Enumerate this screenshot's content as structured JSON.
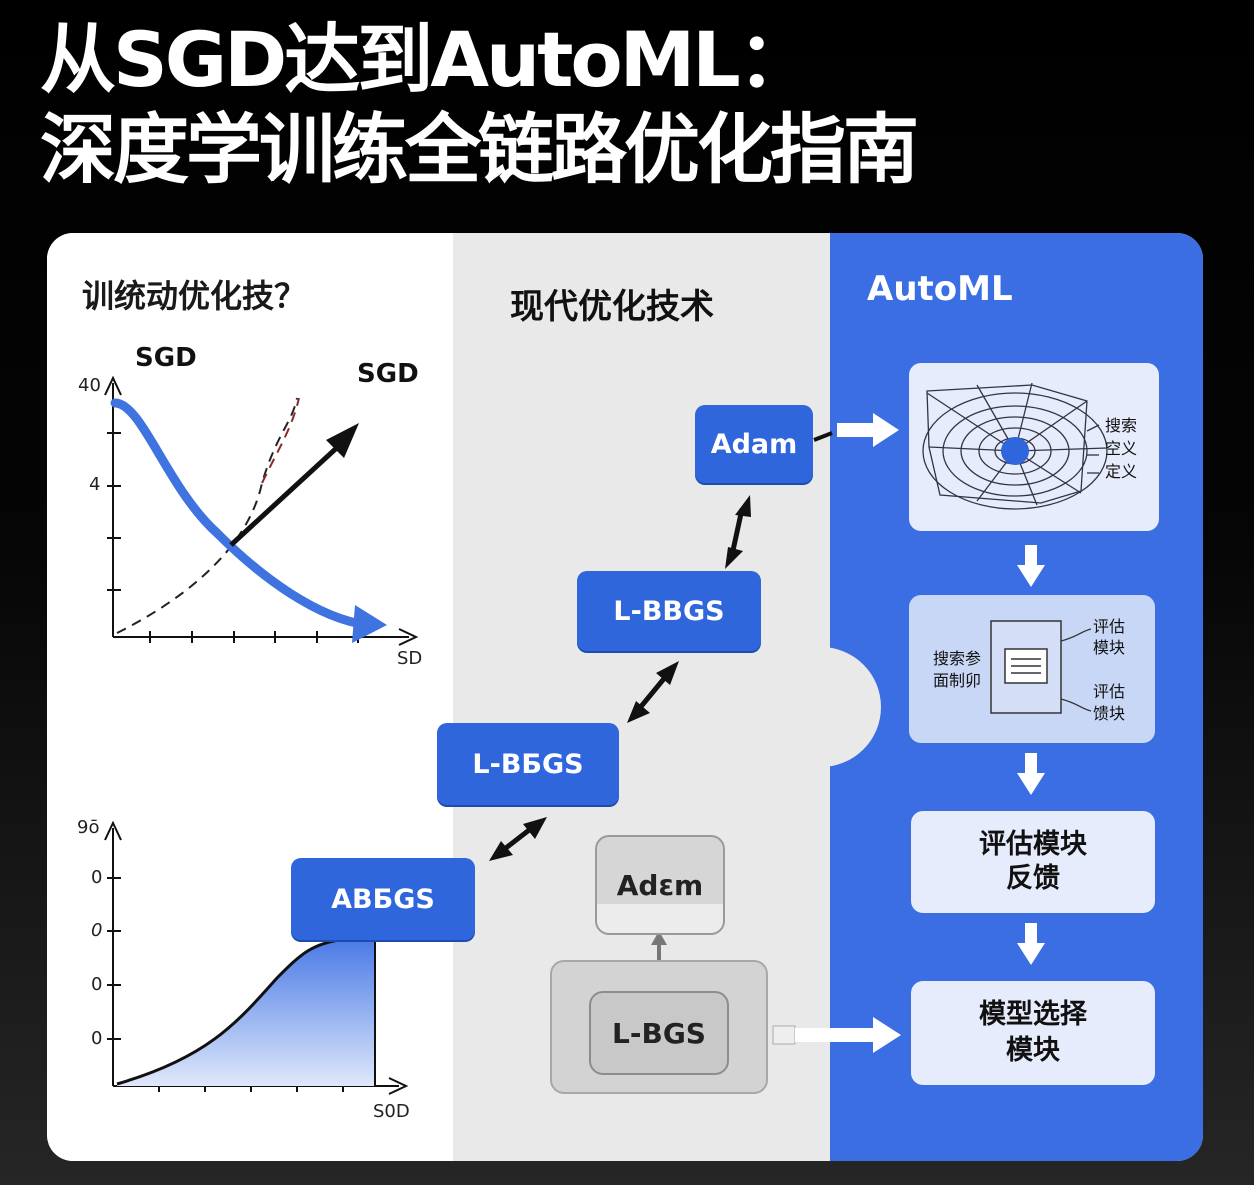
{
  "title": {
    "line1": "从SGD达到AutoML：",
    "line2": "深度学训练全链路优化指南"
  },
  "left_panel": {
    "heading": "训统动优化技？",
    "chart1": {
      "title_left": "SGD",
      "title_right": "SGD",
      "y_ticks": [
        "40",
        "4"
      ],
      "x_label": "SD"
    },
    "chart2": {
      "y_ticks": [
        "9ō",
        "0",
        "0",
        "0",
        "0"
      ],
      "x_label": "S0D"
    }
  },
  "middle_panel": {
    "heading": "现代优化技术",
    "nodes": [
      "Adam",
      "L-BBGS",
      "L-BБGS",
      "ABБGS"
    ],
    "gray_nodes": [
      "Adεm",
      "L-BGS"
    ]
  },
  "right_panel": {
    "heading": "AutoML",
    "box1_labels": [
      "搜索",
      "空义",
      "定义"
    ],
    "box2_left": [
      "搜索参",
      "面制卯"
    ],
    "box2_right_top": [
      "评估",
      "模块"
    ],
    "box2_right_bottom": [
      "评估",
      "馈块"
    ],
    "box3": [
      "评估模块",
      "反馈"
    ],
    "box4": [
      "模型选择",
      "模块"
    ]
  },
  "colors": {
    "accent_blue": "#2f66dc",
    "panel_blue": "#3a6ee2",
    "curve_blue": "#3f73e0"
  }
}
